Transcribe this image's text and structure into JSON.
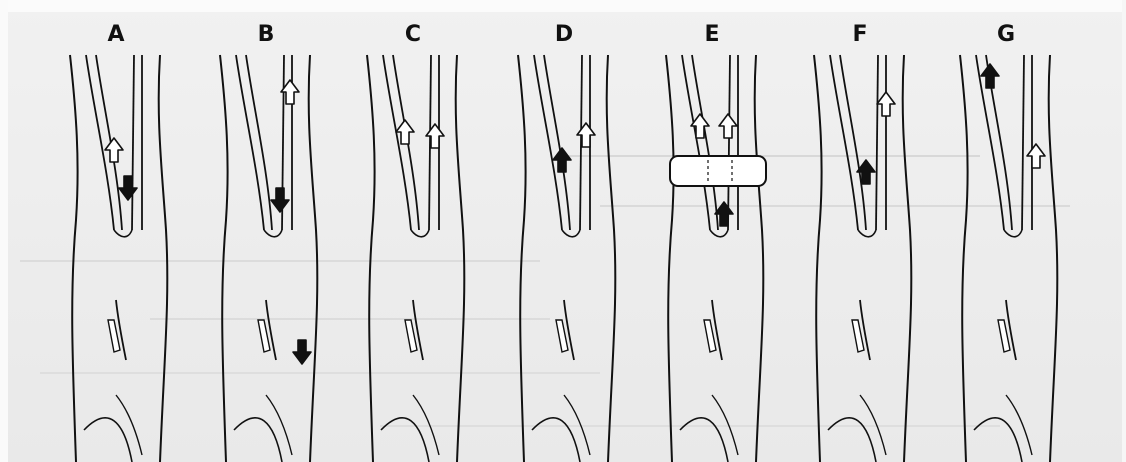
{
  "figure": {
    "panels": [
      {
        "label": "A"
      },
      {
        "label": "B"
      },
      {
        "label": "C"
      },
      {
        "label": "D"
      },
      {
        "label": "E"
      },
      {
        "label": "F"
      },
      {
        "label": "G"
      }
    ]
  },
  "colors": {
    "background": "#ededed",
    "ink": "#111111",
    "bleed_through": "#cfcfcf"
  },
  "icons": [
    "arrow-up-open-icon",
    "arrow-down-filled-icon",
    "arrow-up-filled-icon",
    "tourniquet-band"
  ]
}
